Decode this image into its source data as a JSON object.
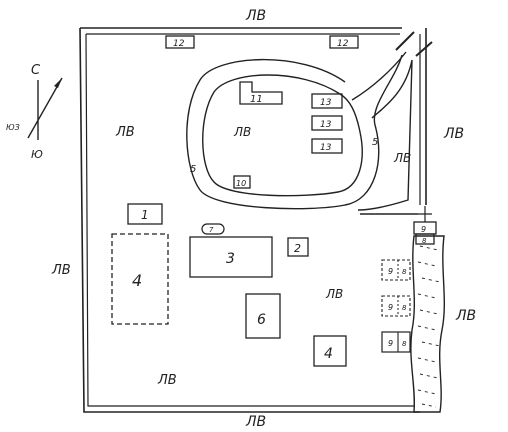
{
  "compass": {
    "north": "С",
    "south": "Ю",
    "southwest": "ЮЗ"
  },
  "tree_mark": "ЛВ",
  "buildings": [
    {
      "id": "b1",
      "label": "1"
    },
    {
      "id": "b2",
      "label": "2"
    },
    {
      "id": "b3",
      "label": "3"
    },
    {
      "id": "b4a",
      "label": "4"
    },
    {
      "id": "b4b",
      "label": "4"
    },
    {
      "id": "b6",
      "label": "6"
    },
    {
      "id": "b7",
      "label": "7"
    },
    {
      "id": "b8",
      "label": "8"
    },
    {
      "id": "b9",
      "label": "9"
    },
    {
      "id": "b10",
      "label": "10"
    },
    {
      "id": "b11",
      "label": "11"
    },
    {
      "id": "b12a",
      "label": "12"
    },
    {
      "id": "b12b",
      "label": "12"
    },
    {
      "id": "b13a",
      "label": "13"
    },
    {
      "id": "b13b",
      "label": "13"
    },
    {
      "id": "b13c",
      "label": "13"
    }
  ],
  "road_label": "5",
  "huts": [
    {
      "a": "9",
      "b": "8"
    },
    {
      "a": "9",
      "b": "8"
    },
    {
      "a": "9",
      "b": "8"
    }
  ]
}
